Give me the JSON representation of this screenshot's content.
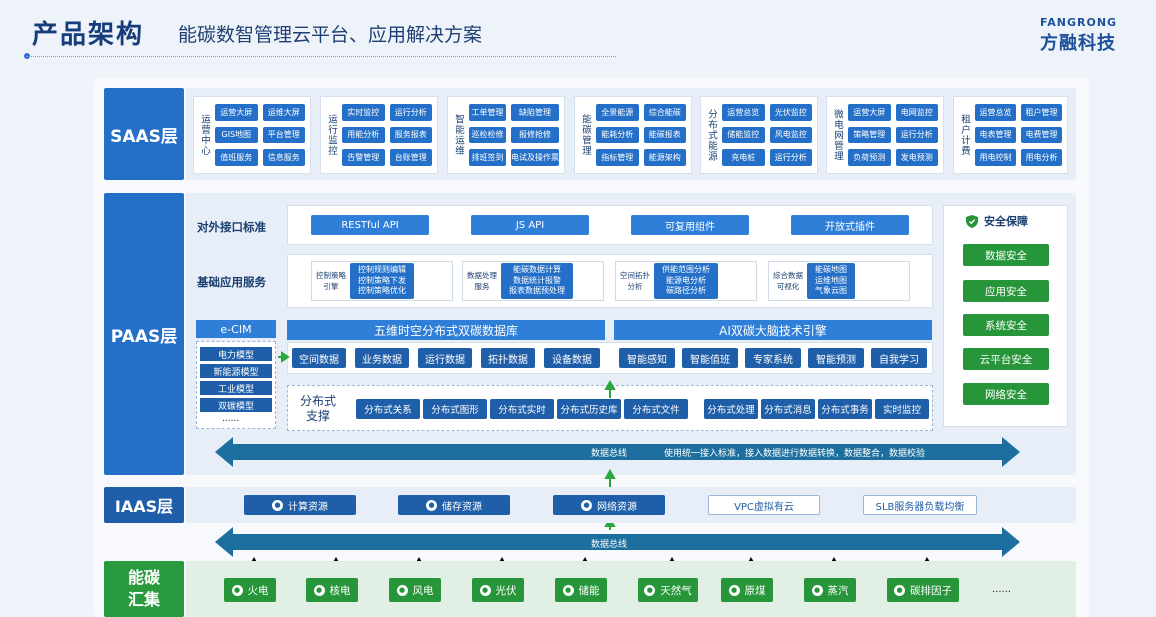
{
  "header": {
    "title": "产品架构",
    "subtitle": "能碳数智管理云平台、应用解决方案",
    "brand_en": "FANGRONG",
    "brand_cn": "方融科技"
  },
  "layers": {
    "saas": "SAAS层",
    "paas": "PAAS层",
    "iaas": "IAAS层",
    "energy": "能碳\n汇集"
  },
  "saas_modules": [
    {
      "label": "运营中心",
      "items": [
        "运营大屏",
        "运维大屏",
        "GIS地图",
        "平台管理",
        "值班服务",
        "信息服务"
      ]
    },
    {
      "label": "运行监控",
      "items": [
        "实时监控",
        "运行分析",
        "用能分析",
        "服务报表",
        "告警管理",
        "台账管理"
      ]
    },
    {
      "label": "智能运维",
      "items": [
        "工单管理",
        "缺陷管理",
        "巡检检修",
        "报修抢修",
        "排班签到",
        "电试及操作票"
      ]
    },
    {
      "label": "能碳管理",
      "items": [
        "全景能源",
        "综合能碳",
        "能耗分析",
        "能碳报表",
        "指标管理",
        "能源架构"
      ]
    },
    {
      "label": "分布式能源",
      "items": [
        "运营总览",
        "光伏监控",
        "储能监控",
        "风电监控",
        "充电桩",
        "运行分析"
      ]
    },
    {
      "label": "微电网管理",
      "items": [
        "运营大屏",
        "电网监控",
        "策略管理",
        "运行分析",
        "负荷预测",
        "发电预测"
      ]
    },
    {
      "label": "租户计费",
      "items": [
        "运营总览",
        "租户管理",
        "电表管理",
        "电费管理",
        "用电控制",
        "用电分析"
      ]
    }
  ],
  "paas": {
    "api_label": "对外接口标准",
    "api_items": [
      "RESTful API",
      "JS API",
      "可复用组件",
      "开放式插件"
    ],
    "svc_label": "基础应用服务",
    "svc_groups": [
      {
        "label": "控制策略\n引擎",
        "items": "控制规则编辑\n控制策略下发\n控制策略优化"
      },
      {
        "label": "数据处理\n服务",
        "items": "能碳数据计算\n数据统计报警\n报表数据预处理"
      },
      {
        "label": "空间拓扑\n分析",
        "items": "供能范围分析\n能源电分析\n碳路径分析"
      },
      {
        "label": "综合数据\n可视化",
        "items": "能碳地图\n运维地图\n气象云图"
      }
    ],
    "ecim_title": "e-CIM",
    "ecim_items": [
      "电力模型",
      "新能源模型",
      "工业模型",
      "双碳模型"
    ],
    "ecim_more": "......",
    "db_title": "五维时空分布式双碳数据库",
    "ai_title": "AI双碳大脑技术引擎",
    "db_items": [
      "空间数据",
      "业务数据",
      "运行数据",
      "拓扑数据",
      "设备数据"
    ],
    "ai_items": [
      "智能感知",
      "智能值班",
      "专家系统",
      "智能预测",
      "自我学习"
    ],
    "dist_label": "分布式\n支撑",
    "dist_items": [
      "分布式关系",
      "分布式图形",
      "分布式实时",
      "分布式历史库",
      "分布式文件",
      "分布式处理",
      "分布式消息",
      "分布式事务",
      "实时监控"
    ],
    "bus_label": "数据总线",
    "bus_desc": "使用统一接入标准，接入数据进行数据转换，数据整合，数据校验"
  },
  "security": {
    "title": "安全保障",
    "items": [
      "数据安全",
      "应用安全",
      "系统安全",
      "云平台安全",
      "网络安全"
    ]
  },
  "iaas": {
    "items": [
      "计算资源",
      "储存资源",
      "网络资源",
      "VPC虚拟有云",
      "SLB服务器负载均衡"
    ]
  },
  "bus2_label": "数据总线",
  "energy": {
    "items": [
      "火电",
      "核电",
      "风电",
      "光伏",
      "储能",
      "天然气",
      "原煤",
      "蒸汽",
      "碳排因子"
    ],
    "more": "......"
  },
  "colors": {
    "primary": "#2470c9",
    "dark_blue": "#1f5ea8",
    "green": "#27963a",
    "bus_teal": "#1c6f9e"
  }
}
